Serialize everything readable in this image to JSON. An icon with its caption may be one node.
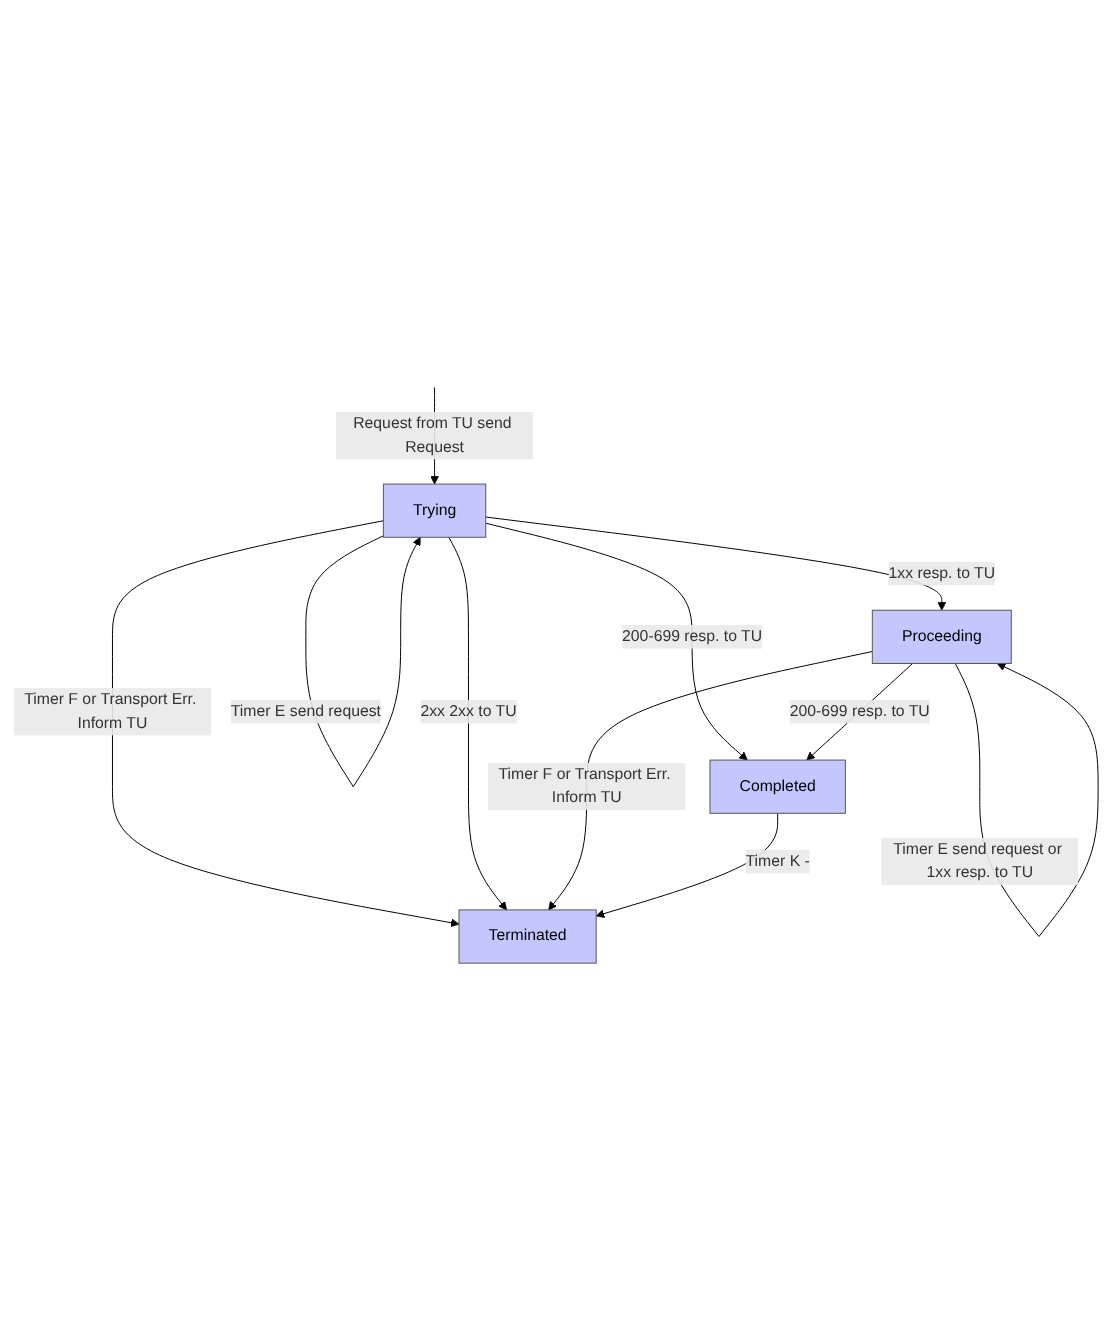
{
  "diagram": {
    "nodes": [
      {
        "text": [
          "Trying"
        ]
      },
      {
        "text": [
          "Proceeding"
        ]
      },
      {
        "text": [
          "Completed"
        ]
      },
      {
        "text": [
          "Terminated"
        ]
      }
    ],
    "edges": [
      {
        "from": null,
        "to": 0,
        "arrow": "to",
        "label": "Request from TU send Request"
      },
      {
        "from": 0,
        "to": 0,
        "arrow": "to",
        "label": "Timer E send request"
      },
      {
        "from": 0,
        "to": 3,
        "arrow": "to",
        "label": "Timer F or Transport Err. Inform TU"
      },
      {
        "from": 0,
        "to": 3,
        "arrow": "to",
        "label": "2xx 2xx to TU"
      },
      {
        "from": 0,
        "to": 1,
        "arrow": "to",
        "label": "1xx resp. to TU"
      },
      {
        "from": 0,
        "to": 2,
        "arrow": "to",
        "label": "200-699 resp. to TU"
      },
      {
        "from": 1,
        "to": 1,
        "arrow": "to",
        "label": "Timer E send request or 1xx resp. to TU"
      },
      {
        "from": 1,
        "to": 3,
        "arrow": "to",
        "label": "Timer F or Transport Err. Inform TU"
      },
      {
        "from": 1,
        "to": 2,
        "arrow": "to",
        "label": "200-699 resp. to TU"
      },
      {
        "from": 2,
        "to": 3,
        "arrow": "to",
        "label": "Timer K -"
      }
    ]
  }
}
